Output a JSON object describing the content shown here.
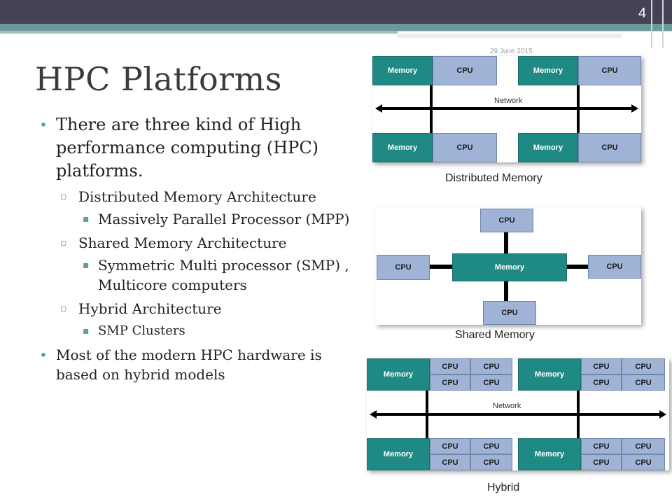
{
  "slide": {
    "number": "4",
    "date": "29 June 2015",
    "title": "HPC Platforms"
  },
  "bullets": {
    "intro": "There are three kind of High performance computing (HPC) platforms.",
    "dist": "Distributed Memory Architecture",
    "dist_sub": "Massively Parallel Processor (MPP)",
    "shared": "Shared Memory Architecture",
    "shared_sub": "Symmetric Multi processor (SMP) , Multicore computers",
    "hybrid": "Hybrid Architecture",
    "hybrid_sub": "SMP Clusters",
    "outro": "Most of the modern HPC hardware is based on hybrid models"
  },
  "diagrams": {
    "labels": {
      "memory": "Memory",
      "cpu": "CPU",
      "network": "Network"
    },
    "captions": {
      "distributed": "Distributed Memory",
      "shared": "Shared Memory",
      "hybrid": "Hybrid"
    }
  },
  "colors": {
    "memory": "#1f8a84",
    "cpu": "#9fb3d6",
    "accent": "#5f9e9b",
    "header": "#444254"
  }
}
